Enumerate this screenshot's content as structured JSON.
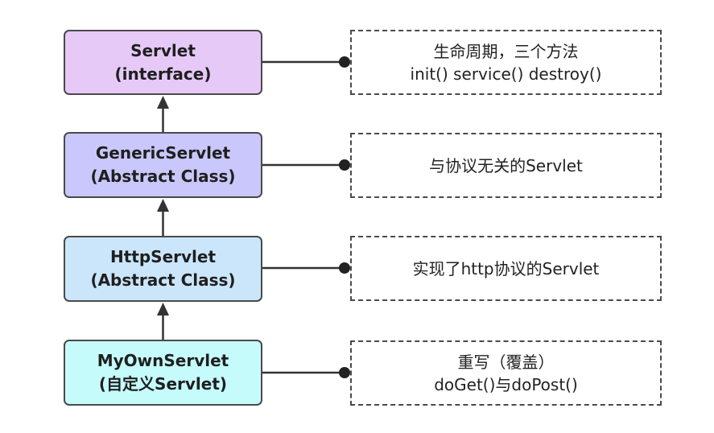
{
  "classes": [
    {
      "name": "Servlet",
      "kind": "(interface)",
      "fill": "#e6c9f7"
    },
    {
      "name": "GenericServlet",
      "kind": "(Abstract Class)",
      "fill": "#c9c7fb"
    },
    {
      "name": "HttpServlet",
      "kind": "(Abstract Class)",
      "fill": "#cbe6fb"
    },
    {
      "name": "MyOwnServlet",
      "kind": "(自定义Servlet)",
      "fill": "#c6fbfb"
    }
  ],
  "notes": [
    {
      "line1": "生命周期，三个方法",
      "line2": "init() service() destroy()"
    },
    {
      "line1": "与协议无关的Servlet",
      "line2": ""
    },
    {
      "line1": "实现了http协议的Servlet",
      "line2": ""
    },
    {
      "line1": "重写（覆盖）",
      "line2": "doGet()与doPost()"
    }
  ],
  "colors": {
    "stroke": "#4a4a4a",
    "text": "#1f1f1f"
  }
}
